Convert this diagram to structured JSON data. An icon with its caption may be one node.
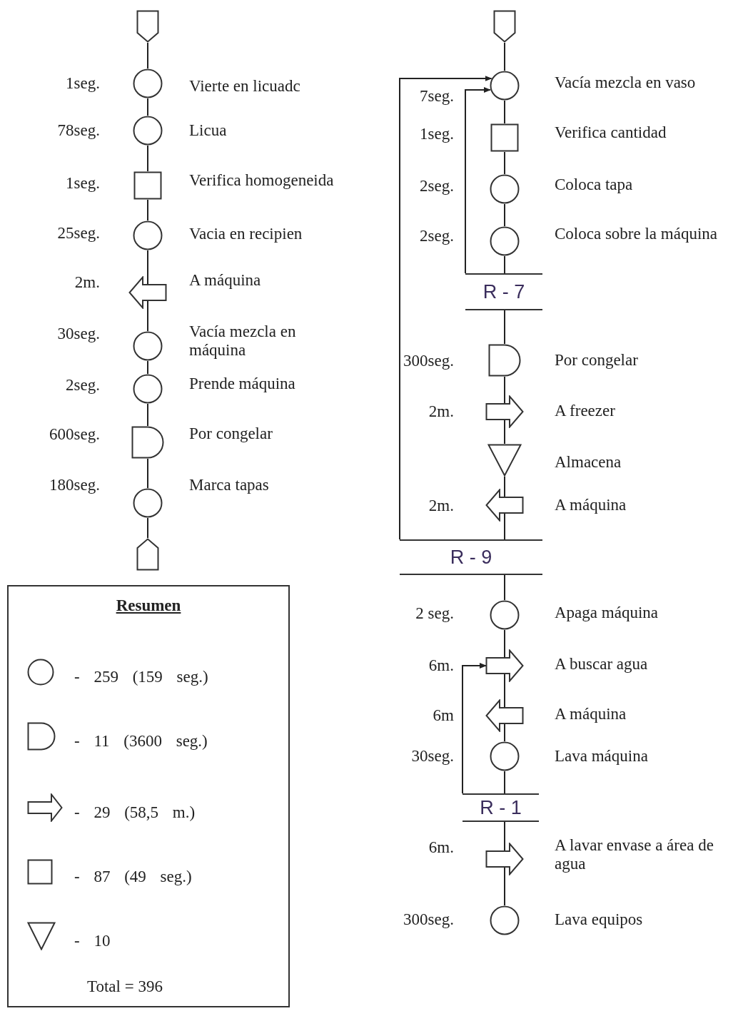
{
  "diagram": {
    "nodes": [
      {
        "text": [],
        "shape": "pentagon"
      },
      {
        "text": [],
        "shape": "circle",
        "beside": [
          "1seg.",
          "Vierte en licuadc"
        ]
      },
      {
        "text": [],
        "shape": "circle",
        "beside": [
          "78seg.",
          "Licua"
        ]
      },
      {
        "text": [],
        "shape": "box",
        "beside": [
          "1seg.",
          "Verifica homogeneida"
        ]
      },
      {
        "text": [],
        "shape": "circle",
        "beside": [
          "25seg.",
          "Vacia en recipien"
        ]
      },
      {
        "text": [],
        "shape": "arrow",
        "beside": [
          "2m.",
          "A máquina"
        ]
      },
      {
        "text": [],
        "shape": "circle",
        "beside": [
          "30seg.",
          "Vacía mezcla en máquina"
        ]
      },
      {
        "text": [],
        "shape": "circle",
        "beside": [
          "2seg.",
          "Prende máquina"
        ]
      },
      {
        "text": [],
        "shape": "delay",
        "beside": [
          "600seg.",
          "Por congelar"
        ]
      },
      {
        "text": [],
        "shape": "circle",
        "beside": [
          "180seg.",
          "Marca tapas"
        ]
      },
      {
        "text": [],
        "shape": "pentagon"
      },
      {
        "text": [],
        "shape": "pentagon"
      },
      {
        "text": [],
        "shape": "circle",
        "beside": [
          "7seg.",
          "Vacía mezcla en vaso"
        ]
      },
      {
        "text": [],
        "shape": "box",
        "beside": [
          "1seg.",
          "Verifica cantidad"
        ]
      },
      {
        "text": [],
        "shape": "circle",
        "beside": [
          "2seg.",
          "Coloca tapa"
        ]
      },
      {
        "text": [],
        "shape": "circle",
        "beside": [
          "2seg.",
          "Coloca sobre la máquina"
        ]
      },
      {
        "text": [
          "R - 7"
        ]
      },
      {
        "text": [],
        "shape": "delay",
        "beside": [
          "300seg.",
          "Por congelar"
        ]
      },
      {
        "text": [],
        "shape": "arrow",
        "beside": [
          "2m.",
          "A freezer"
        ]
      },
      {
        "text": [],
        "shape": "triangle",
        "beside": [
          "Almacena"
        ]
      },
      {
        "text": [],
        "shape": "arrow",
        "beside": [
          "2m.",
          "A máquina"
        ]
      },
      {
        "text": [
          "R - 9"
        ]
      },
      {
        "text": [],
        "shape": "circle",
        "beside": [
          "2 seg.",
          "Apaga máquina"
        ]
      },
      {
        "text": [],
        "shape": "arrow",
        "beside": [
          "6m.",
          "A buscar agua"
        ]
      },
      {
        "text": [],
        "shape": "arrow",
        "beside": [
          "6m",
          "A máquina"
        ]
      },
      {
        "text": [],
        "shape": "circle",
        "beside": [
          "30seg.",
          "Lava máquina"
        ]
      },
      {
        "text": [
          "R - 1"
        ]
      },
      {
        "text": [],
        "shape": "arrow",
        "beside": [
          "6m.",
          "A lavar envase a área de agua"
        ]
      },
      {
        "text": [],
        "shape": "circle",
        "beside": [
          "300seg.",
          "Lava equipos"
        ]
      },
      {
        "text": [
          "Resumen",
          "Total = 396"
        ]
      }
    ],
    "edges": [
      {
        "from": 0,
        "to": 1,
        "arrow": "none"
      },
      {
        "from": 1,
        "to": 2,
        "arrow": "none"
      },
      {
        "from": 2,
        "to": 3,
        "arrow": "none"
      },
      {
        "from": 3,
        "to": 4,
        "arrow": "none"
      },
      {
        "from": 4,
        "to": 5,
        "arrow": "none"
      },
      {
        "from": 5,
        "to": 6,
        "arrow": "none"
      },
      {
        "from": 6,
        "to": 7,
        "arrow": "none"
      },
      {
        "from": 7,
        "to": 8,
        "arrow": "none"
      },
      {
        "from": 8,
        "to": 9,
        "arrow": "none"
      },
      {
        "from": 9,
        "to": 10,
        "arrow": "none"
      },
      {
        "from": 11,
        "to": 12,
        "arrow": "none"
      },
      {
        "from": 12,
        "to": 13,
        "arrow": "none"
      },
      {
        "from": 13,
        "to": 14,
        "arrow": "none"
      },
      {
        "from": 14,
        "to": 15,
        "arrow": "none"
      },
      {
        "from": 15,
        "to": 16,
        "arrow": "none"
      },
      {
        "from": 16,
        "to": 17,
        "arrow": "none"
      },
      {
        "from": 17,
        "to": 18,
        "arrow": "none"
      },
      {
        "from": 18,
        "to": 19,
        "arrow": "none"
      },
      {
        "from": 19,
        "to": 20,
        "arrow": "none"
      },
      {
        "from": 20,
        "to": 21,
        "arrow": "none"
      },
      {
        "from": 21,
        "to": 22,
        "arrow": "none"
      },
      {
        "from": 22,
        "to": 23,
        "arrow": "none"
      },
      {
        "from": 23,
        "to": 24,
        "arrow": "none"
      },
      {
        "from": 24,
        "to": 25,
        "arrow": "none"
      },
      {
        "from": 25,
        "to": 26,
        "arrow": "none"
      },
      {
        "from": 26,
        "to": 27,
        "arrow": "none"
      },
      {
        "from": 27,
        "to": 28,
        "arrow": "none"
      },
      {
        "from": 16,
        "to": 12,
        "arrow": "to"
      },
      {
        "from": 21,
        "to": 12,
        "arrow": "to"
      },
      {
        "from": 26,
        "to": 23,
        "arrow": "to"
      }
    ],
    "legend": [
      {
        "text": "- 259 (159 seg.)"
      },
      {
        "text": "- 11 (3600 seg.)"
      },
      {
        "text": "- 29 (58,5 m.)"
      },
      {
        "text": "- 87 (49 seg.)"
      },
      {
        "text": "- 10"
      }
    ]
  }
}
